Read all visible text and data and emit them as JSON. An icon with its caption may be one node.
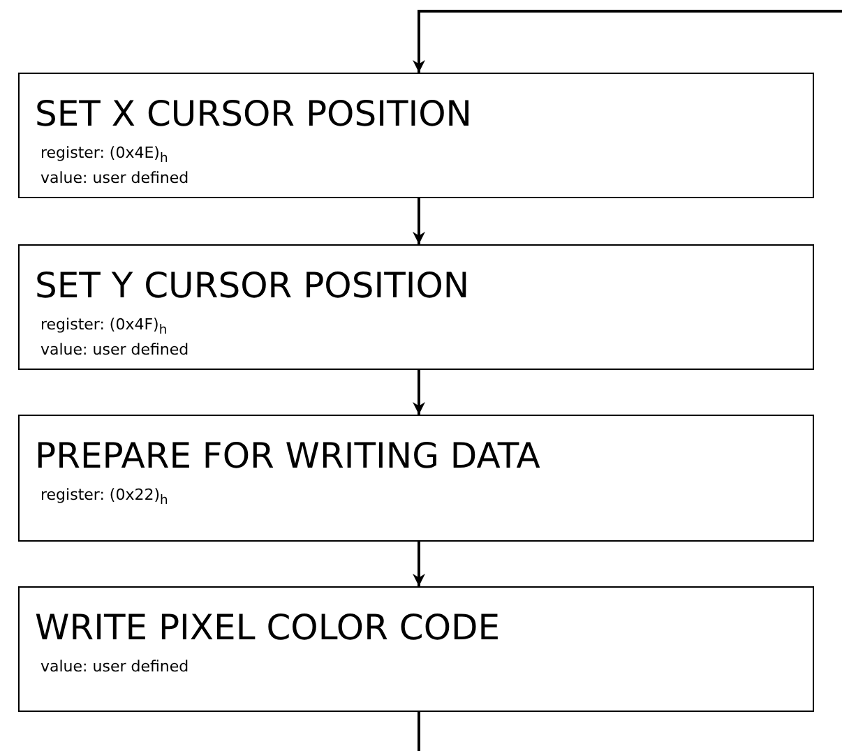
{
  "diagram": {
    "nodes": [
      {
        "text": [
          "SET X CURSOR POSITION",
          "register: (0x4E)$_{h}$",
          "value: user defined"
        ]
      },
      {
        "text": [
          "SET Y CURSOR POSITION",
          "register: (0x4F)$_{h}$",
          "value: user defined"
        ]
      },
      {
        "text": [
          "PREPARE FOR WRITING DATA",
          "register: (0x22)$_{h}$"
        ]
      },
      {
        "text": [
          "WRITE PIXEL COLOR CODE",
          "value: user defined"
        ]
      }
    ],
    "edges": [
      {
        "from": null,
        "to": 0,
        "arrow": "to"
      },
      {
        "from": 0,
        "to": 1,
        "arrow": "to"
      },
      {
        "from": 1,
        "to": 2,
        "arrow": "to"
      },
      {
        "from": 2,
        "to": 3,
        "arrow": "to"
      },
      {
        "from": 3,
        "to": null,
        "arrow": "none"
      }
    ]
  }
}
